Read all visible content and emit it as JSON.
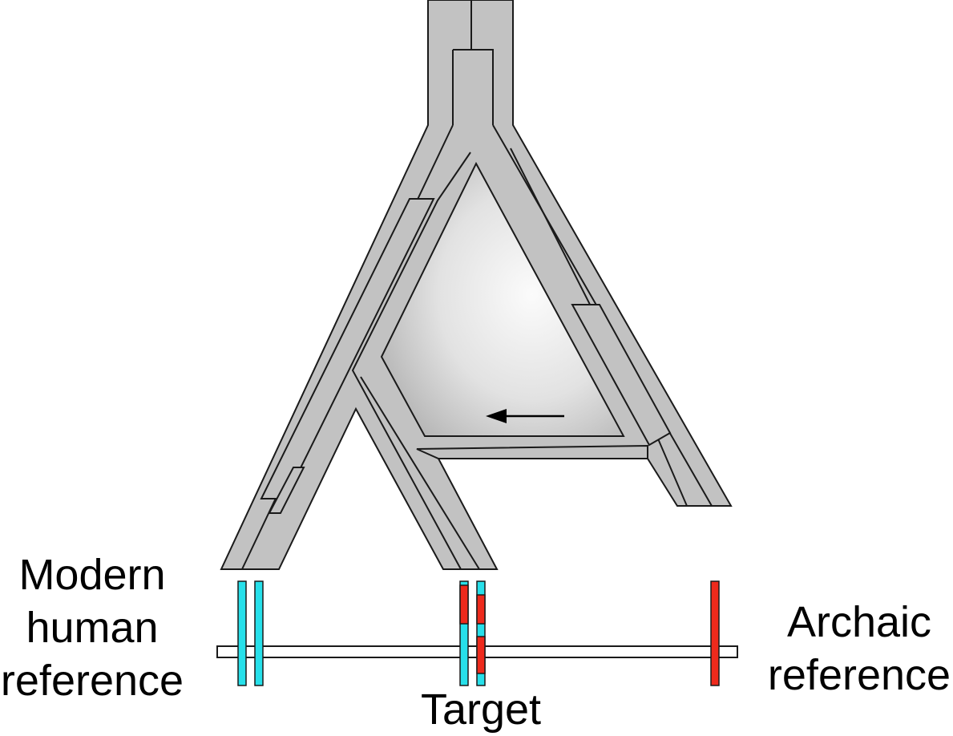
{
  "labels": {
    "modern_reference": [
      "Modern",
      "human",
      "reference"
    ],
    "archaic_reference": [
      "Archaic",
      "reference"
    ],
    "target": "Target"
  },
  "colors": {
    "branch_fill": "#c2c2c2",
    "outline": "#1a1a1a",
    "modern_segment": "#27e0ea",
    "archaic_segment": "#ee2a1c",
    "background": "#ffffff"
  },
  "icons": [
    "gene-flow-arrow"
  ]
}
